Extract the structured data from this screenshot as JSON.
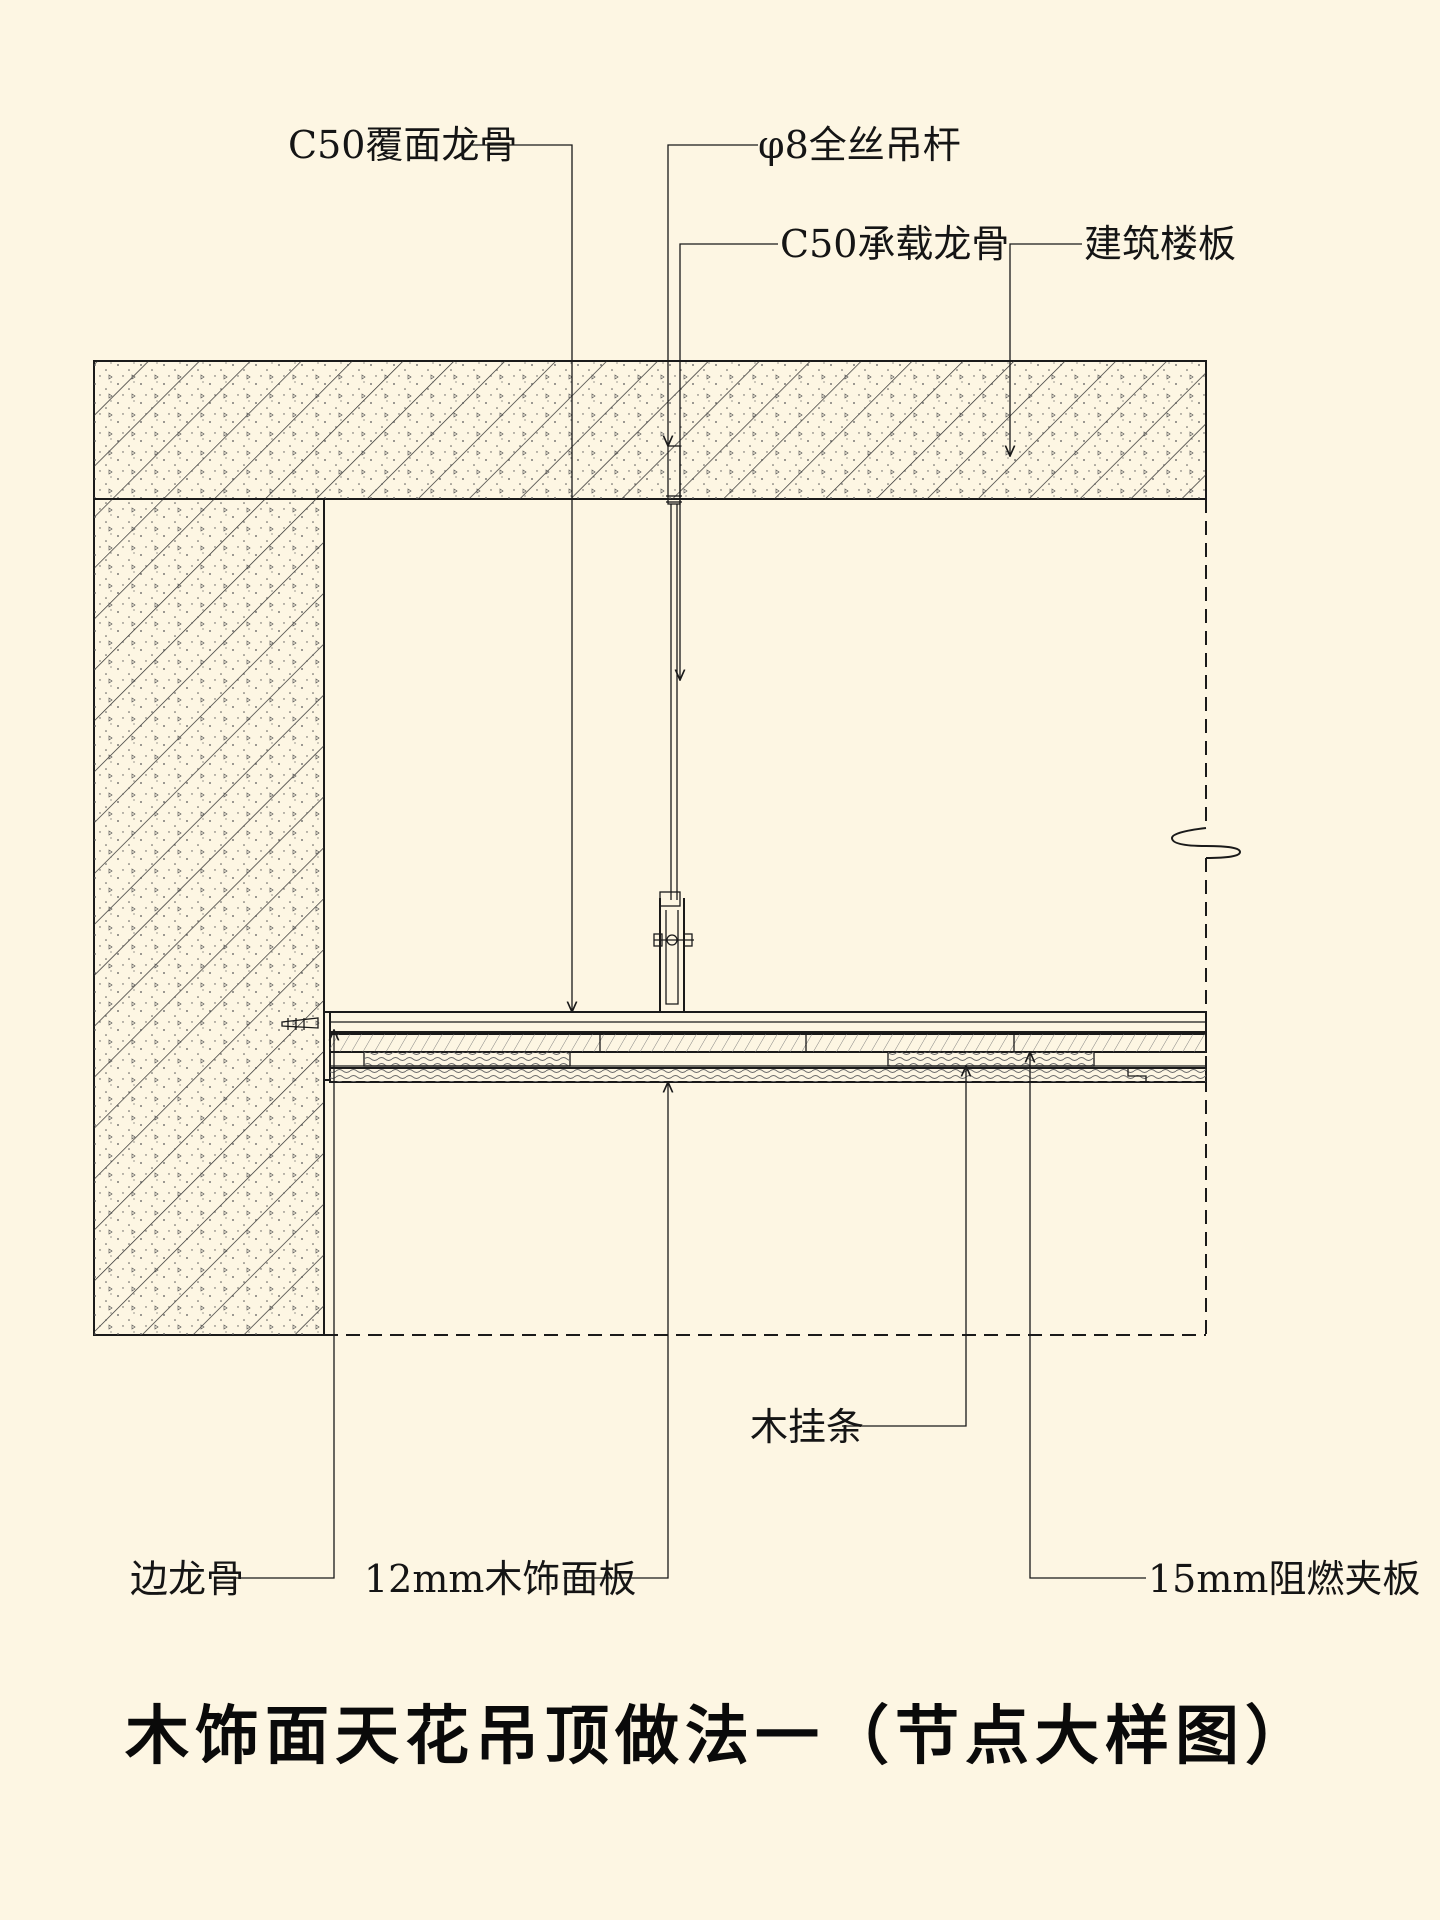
{
  "colors": {
    "background": "#fdf6e3",
    "ink": "#1a1a1a",
    "concrete_fill": "#f6f0dc"
  },
  "labels": {
    "cover_keel": "C50覆面龙骨",
    "hanger_rod": "φ8全丝吊杆",
    "bearing_keel": "C50承载龙骨",
    "floor_slab": "建筑楼板",
    "wood_batten": "木挂条",
    "edge_keel": "边龙骨",
    "wood_panel": "12mm木饰面板",
    "fire_board": "15mm阻燃夹板"
  },
  "title": "木饰面天花吊顶做法一（节点大样图）"
}
